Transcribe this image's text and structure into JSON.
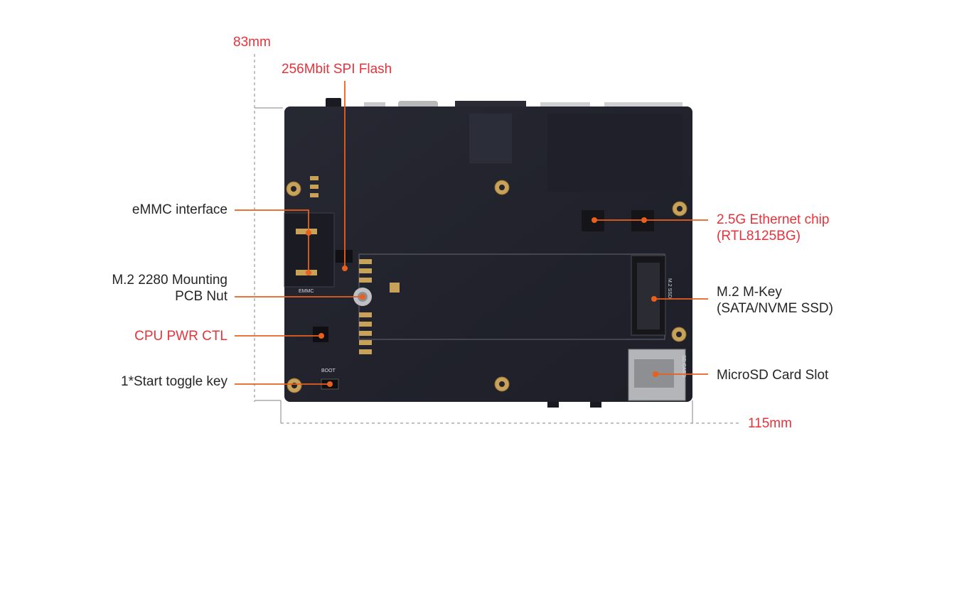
{
  "colors": {
    "accent": "#e8323a",
    "text": "#262626",
    "board": "#22232d",
    "dim_line": "#9a9a9a"
  },
  "dimensions": {
    "height_label": "83mm",
    "width_label": "115mm"
  },
  "callouts": {
    "spi_flash": "256Mbit SPI Flash",
    "emmc": "eMMC interface",
    "m2_nut_line1": "M.2 2280 Mounting",
    "m2_nut_line2": "PCB Nut",
    "cpu_pwr": "CPU PWR CTL",
    "start_key": "1*Start toggle key",
    "ethernet_line1": "2.5G Ethernet chip",
    "ethernet_line2": "(RTL8125BG)",
    "m2_mkey_line1": "M.2 M-Key",
    "m2_mkey_line2": "(SATA/NVME SSD)",
    "microsd": "MicroSD Card Slot"
  },
  "silkscreen": {
    "emmc": "EMMC",
    "boot": "BOOT",
    "m2": "M.2 SSD",
    "sd": "SD CARD"
  }
}
